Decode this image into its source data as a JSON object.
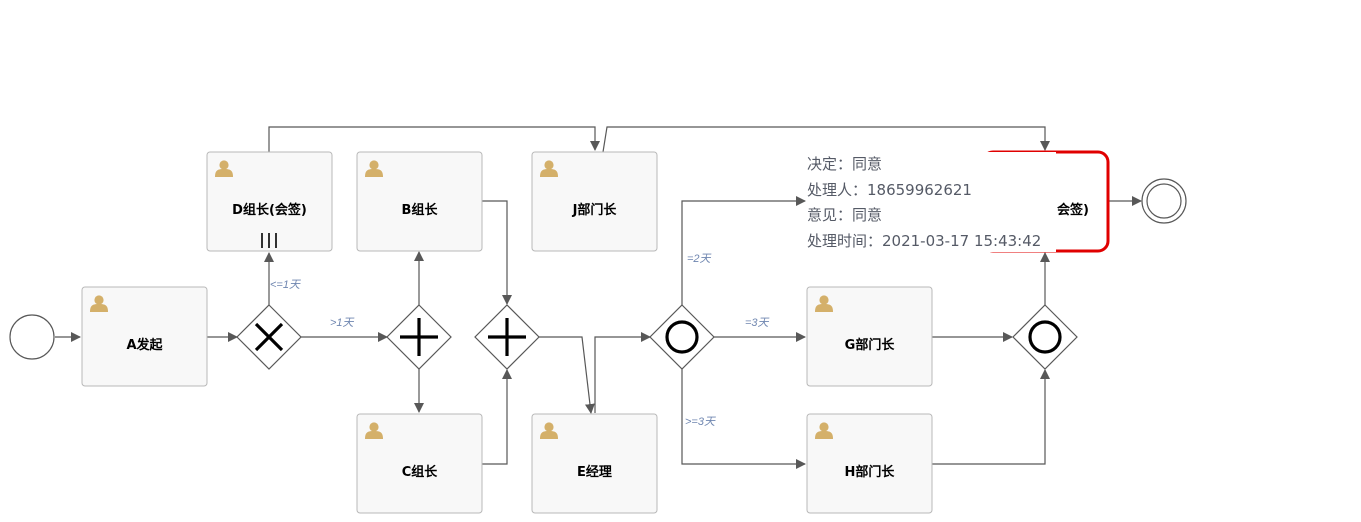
{
  "tasks": {
    "a": "A发起",
    "d": "D组长(会签)",
    "b": "B组长",
    "c": "C组长",
    "j": "J部门长",
    "e": "E经理",
    "g": "G部门长",
    "h": "H部门长",
    "k_partial": "会签)"
  },
  "flow_labels": {
    "le1": "<=1天",
    "gt1": ">1天",
    "eq2": "=2天",
    "eq3": "=3天",
    "ge3": ">=3天"
  },
  "tooltip": {
    "decision": "决定：同意",
    "handler": "处理人：18659962621",
    "opinion": "意见：同意",
    "time": "处理时间：2021-03-17 15:43:42"
  },
  "colors": {
    "highlight": "#e00000",
    "user_icon": "#d4b06a",
    "flow": "#585858",
    "label": "#6f86b0"
  },
  "icons": {
    "task": "user-icon",
    "multi_instance": "parallel-marker-icon",
    "exclusive_gateway": "x-icon",
    "parallel_gateway": "plus-icon",
    "inclusive_gateway": "circle-icon"
  }
}
